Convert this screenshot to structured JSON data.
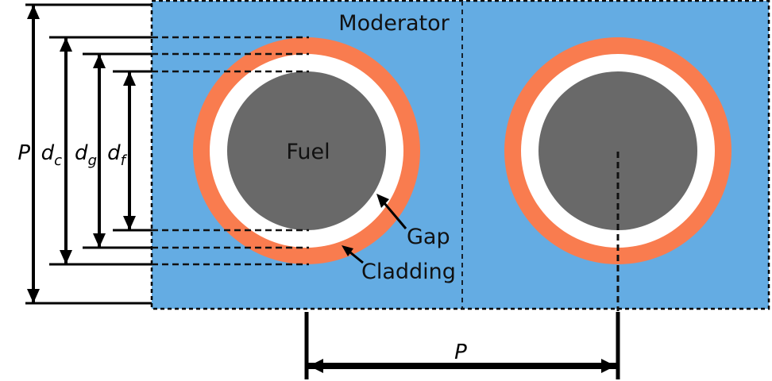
{
  "figure": {
    "regions": {
      "moderator": "Moderator",
      "fuel": "Fuel",
      "gap": "Gap",
      "cladding": "Cladding"
    },
    "colors": {
      "moderator": "#64ACE3",
      "cladding": "#F97C4F",
      "gap": "#FFFFFF",
      "fuel": "#696969",
      "line": "#000000"
    },
    "dimensions": {
      "left": [
        {
          "base": "P",
          "sub": ""
        },
        {
          "base": "d",
          "sub": "c"
        },
        {
          "base": "d",
          "sub": "g"
        },
        {
          "base": "d",
          "sub": "f"
        }
      ],
      "bottom": {
        "base": "P",
        "sub": ""
      }
    }
  }
}
